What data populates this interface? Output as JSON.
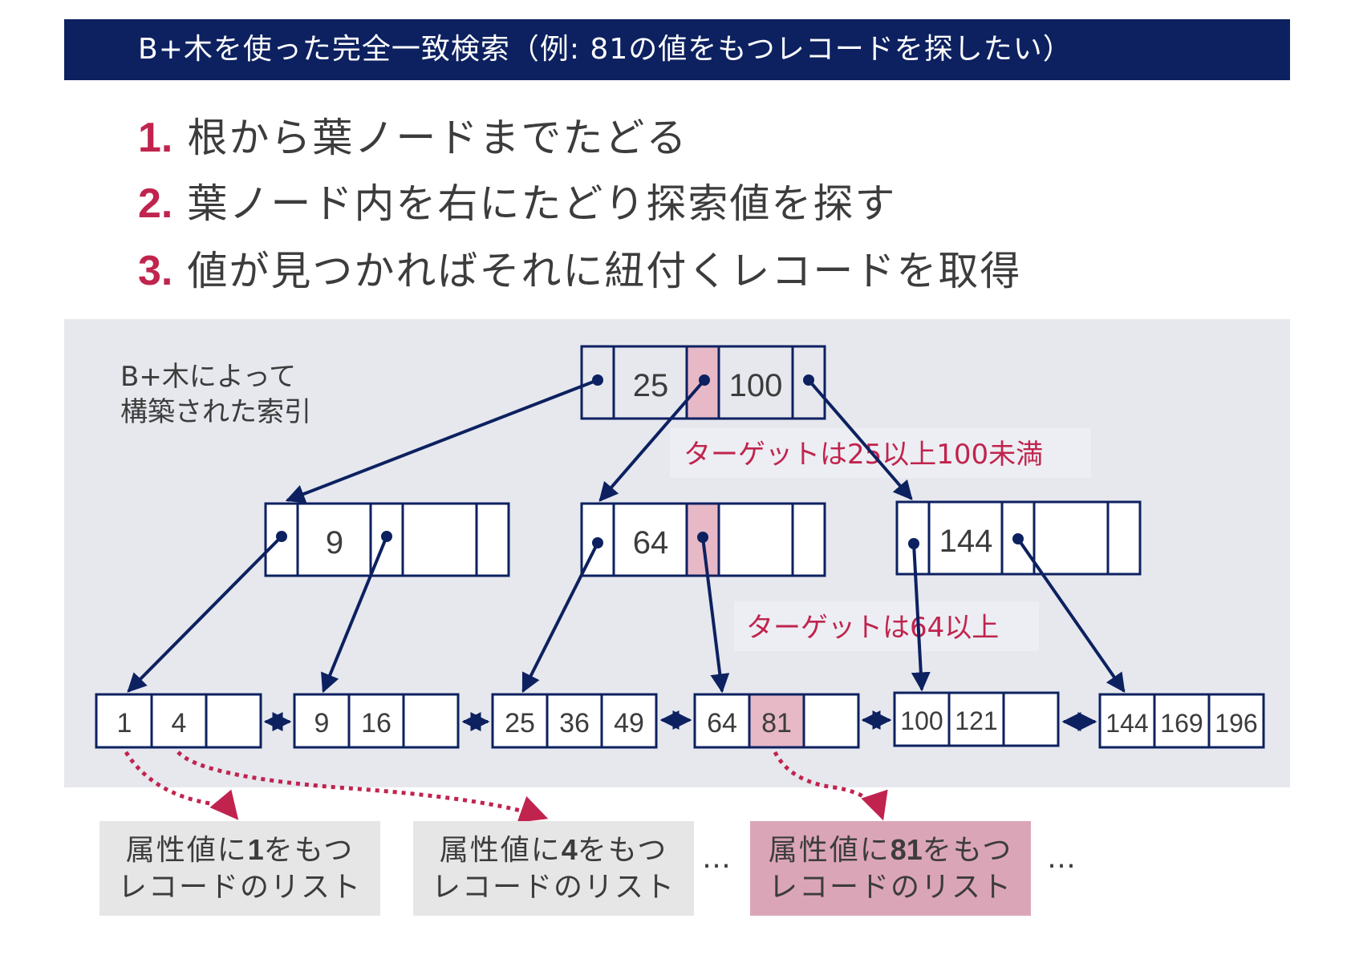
{
  "title": "B+木を使った完全一致検索（例: 81の値をもつレコードを探したい）",
  "steps": [
    {
      "num": "1.",
      "text": "根から葉ノードまでたどる"
    },
    {
      "num": "2.",
      "text": "葉ノード内を右にたどり探索値を探す"
    },
    {
      "num": "3.",
      "text": "値が見つかればそれに紐付くレコードを取得"
    }
  ],
  "tree": {
    "caption_line1": "B+木によって",
    "caption_line2": "構築された索引",
    "root_keys": [
      "25",
      "100"
    ],
    "mid_nodes": [
      [
        "9"
      ],
      [
        "64"
      ],
      [
        "144"
      ]
    ],
    "leaves": [
      [
        "1",
        "4",
        ""
      ],
      [
        "9",
        "16",
        ""
      ],
      [
        "25",
        "36",
        "49"
      ],
      [
        "64",
        "81",
        ""
      ],
      [
        "100",
        "121",
        ""
      ],
      [
        "144",
        "169",
        "196"
      ]
    ],
    "note_root": "ターゲットは25以上100未満",
    "note_mid": "ターゲットは64以上"
  },
  "records": [
    {
      "pre": "属性値に",
      "val": "1",
      "post": "をもつ",
      "line2": "レコードのリスト"
    },
    {
      "pre": "属性値に",
      "val": "4",
      "post": "をもつ",
      "line2": "レコードのリスト"
    },
    {
      "pre": "属性値に",
      "val": "81",
      "post": "をもつ",
      "line2": "レコードのリスト"
    }
  ],
  "ellipsis": "…",
  "colors": {
    "navy": "#0d2160",
    "accent": "#c0244e",
    "highlight": "#e7b8c6",
    "panel": "#e6e8ee",
    "record_bg": "#e6e6e6",
    "record_hl": "#dba5b8"
  }
}
